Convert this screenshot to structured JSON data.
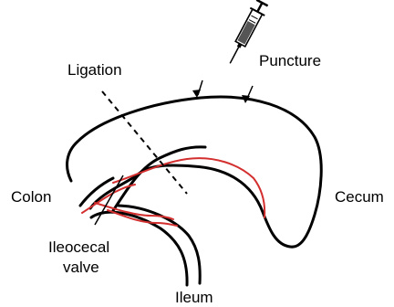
{
  "labels": {
    "ligation": "Ligation",
    "puncture": "Puncture",
    "colon": "Colon",
    "cecum": "Cecum",
    "ileocecal_valve_line1": "Ileocecal",
    "ileocecal_valve_line2": "valve",
    "ileum": "Ileum"
  },
  "colors": {
    "outline": "#000000",
    "blood_vessels": "#d32f2f",
    "background": "#ffffff"
  }
}
